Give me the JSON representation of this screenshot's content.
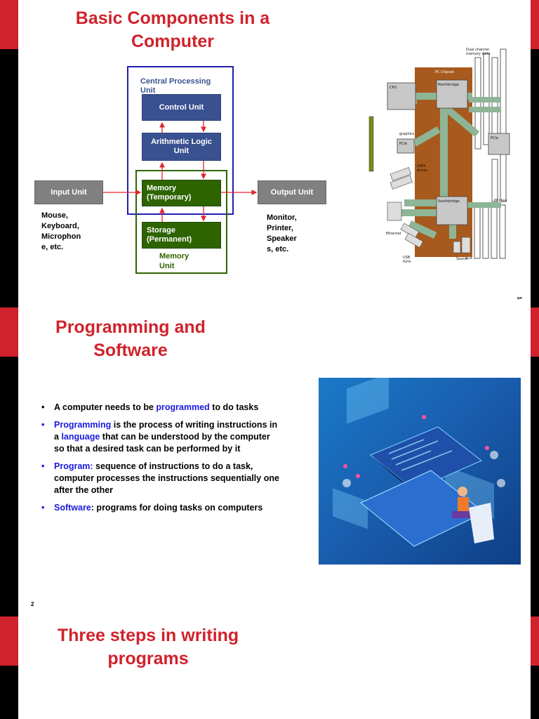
{
  "slide1": {
    "title_line1": "Basic Components in a",
    "title_line2": "Computer",
    "cpu_label": "Central Processing Unit",
    "control_unit": "Control Unit",
    "alu_line1": "Arithmetic Logic",
    "alu_line2": "Unit",
    "input_unit": "Input Unit",
    "output_unit": "Output Unit",
    "memory_line1": "Memory",
    "memory_line2": "(Temporary)",
    "storage_line1": "Storage",
    "storage_line2": "(Permanent)",
    "memory_unit_line1": "Memory",
    "memory_unit_line2": "Unit",
    "input_examples": [
      "Mouse,",
      "Keyboard,",
      "Microphon",
      "e,  etc."
    ],
    "output_examples": [
      "Monitor,",
      "Printer,",
      "Speaker",
      "s,  etc."
    ],
    "page_number": "1",
    "board": {
      "dual_channel": [
        "Dual channel",
        "memory slots"
      ],
      "pc_chipset": "PC Chipset",
      "cpu": "CPU",
      "northbridge": "Northbridge",
      "graphics": "graphics",
      "pcie_left": "PCIe",
      "pcie_right": "PCIe",
      "sata": [
        "SATA",
        "drives"
      ],
      "southbridge": "Southbridge",
      "pci_bus": "PCI bus",
      "ethernet": "Ethernet",
      "usb": [
        "USB",
        "form"
      ],
      "sound": "Sound"
    }
  },
  "slide2": {
    "title_line1": "Programming and",
    "title_line2": "Software",
    "bullet1_pre": "A computer needs to be ",
    "bullet1_hl": "programmed",
    "bullet1_post": " to do tasks",
    "bullet2_hl": "Programming",
    "bullet2_a": " is the process of writing instructions in a  ",
    "bullet2_hl2": "language",
    "bullet2_b": " that can be understood by the computer so that a  desired task can be performed by it",
    "bullet3_hl": "Program:",
    "bullet3_post": " sequence of instructions to do a task, computer  processes the instructions sequentially one after the other",
    "bullet4_hl": "Software",
    "bullet4_post": ": programs for doing tasks on computers",
    "page_number": "2"
  },
  "slide3": {
    "title_line1": "Three steps in writing",
    "title_line2": "programs"
  },
  "colors": {
    "accent_red": "#d0222c",
    "cpu_blue": "#3a5190",
    "mem_green": "#2d6400",
    "link_blue": "#1a1ae0",
    "chipset_brown": "#a85a1e",
    "bus_green": "#8db596"
  }
}
